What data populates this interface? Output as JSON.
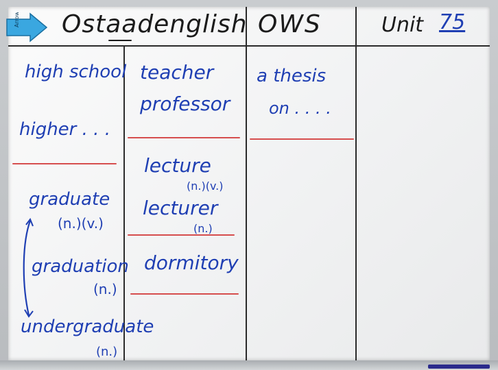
{
  "header": {
    "brand": "Ostaadenglish",
    "middle": "OWS",
    "unit_label": "Unit",
    "unit_number": "75"
  },
  "magnet": {
    "label": "Arrow",
    "icon": "arrow-magnet-icon"
  },
  "columns": {
    "col1": {
      "items": [
        "high school",
        "higher . . .",
        "graduate",
        "(n.)(v.)",
        "graduation",
        "(n.)",
        "undergraduate",
        "(n.)"
      ]
    },
    "col2": {
      "items": [
        "teacher",
        "professor",
        "lecture",
        "(n.)(v.)",
        "lecturer",
        "(n.)",
        "dormitory"
      ]
    },
    "col3": {
      "items": [
        "a thesis",
        "on . . . ."
      ]
    }
  },
  "colors": {
    "ink_blue": "#1f3fb3",
    "ink_red": "#d64d4d",
    "ink_black": "#1b1b1b"
  }
}
